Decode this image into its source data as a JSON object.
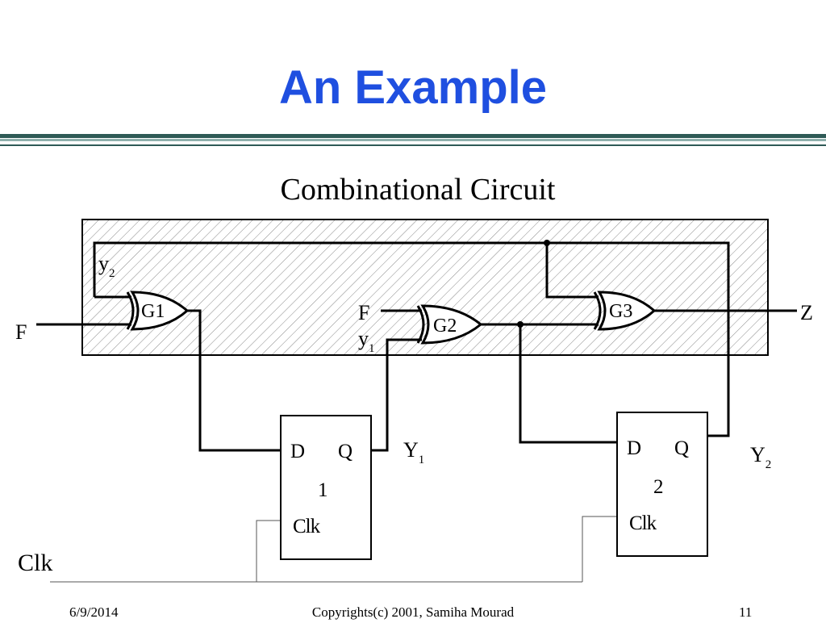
{
  "slide": {
    "title": "An Example",
    "footer": {
      "date": "6/9/2014",
      "copyright": "Copyrights(c) 2001, Samiha Mourad",
      "page": "11"
    }
  },
  "diagram": {
    "region_label": "Combinational Circuit",
    "gates": {
      "g1": "G1",
      "g2": "G2",
      "g3": "G3"
    },
    "inputs": {
      "f_left": "F",
      "f_mid": "F",
      "clk": "Clk"
    },
    "output": "Z",
    "feedback_labels": {
      "y2_base": "y",
      "y2_sub": "2",
      "y1_base": "y",
      "y1_sub": "1"
    },
    "flipflops": [
      {
        "d": "D",
        "q": "Q",
        "id": "1",
        "clk": "Clk",
        "out_base": "Y",
        "out_sub": "1"
      },
      {
        "d": "D",
        "q": "Q",
        "id": "2",
        "clk": "Clk",
        "out_base": "Y",
        "out_sub": "2"
      }
    ]
  }
}
